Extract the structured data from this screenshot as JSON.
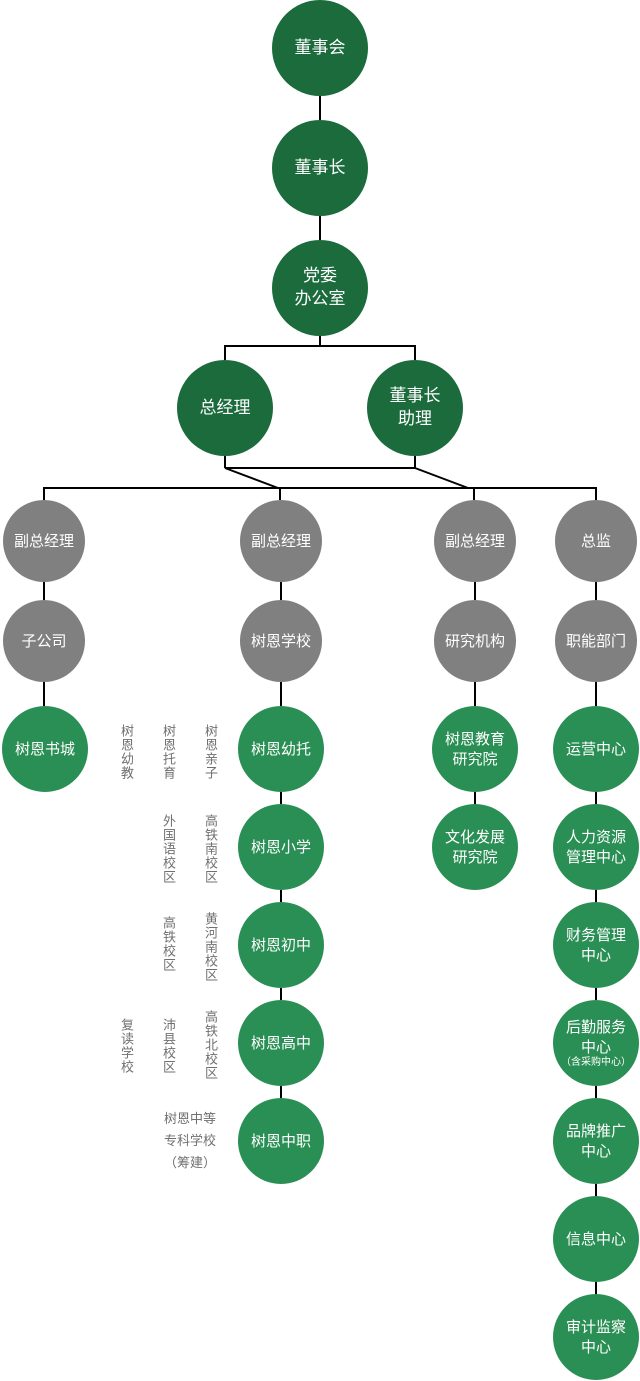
{
  "colors": {
    "dark_green": "#1b6b3d",
    "green": "#2a8f55",
    "gray": "#808080",
    "line": "#000000",
    "note_text": "#707070"
  },
  "top": {
    "board": "董事会",
    "chairman": "董事长",
    "party_office": [
      "党委",
      "办公室"
    ],
    "general_manager": "总经理",
    "chairman_assistant": [
      "董事长",
      "助理"
    ]
  },
  "branches": [
    {
      "head": "副总经理",
      "unit": "子公司",
      "items": [
        [
          "树恩书城"
        ]
      ]
    },
    {
      "head": "副总经理",
      "unit": "树恩学校",
      "items": [
        [
          "树恩幼托"
        ],
        [
          "树恩小学"
        ],
        [
          "树恩初中"
        ],
        [
          "树恩高中"
        ],
        [
          "树恩中职"
        ]
      ]
    },
    {
      "head": "副总经理",
      "unit": "研究机构",
      "items": [
        [
          "树恩教育",
          "研究院"
        ],
        [
          "文化发展",
          "研究院"
        ]
      ]
    },
    {
      "head": "总监",
      "unit": "职能部门",
      "items": [
        [
          "运营中心"
        ],
        [
          "人力资源",
          "管理中心"
        ],
        [
          "财务管理",
          "中心"
        ],
        [
          "后勤服务",
          "中心"
        ],
        [
          "品牌推广",
          "中心"
        ],
        [
          "信息中心"
        ],
        [
          "审计监察",
          "中心"
        ]
      ],
      "sub_note": "（含采购中心）"
    }
  ],
  "campuses": {
    "kindergarten": [
      "树恩幼教",
      "树恩托育",
      "树恩亲子"
    ],
    "primary": [
      "外国语校区",
      "高铁南校区"
    ],
    "junior": [
      "高铁校区",
      "黄河南校区"
    ],
    "senior": [
      "复读学校",
      "沛县校区",
      "高铁北校区"
    ],
    "vocational": [
      "树恩中等",
      "专科学校",
      "（筹建）"
    ]
  }
}
